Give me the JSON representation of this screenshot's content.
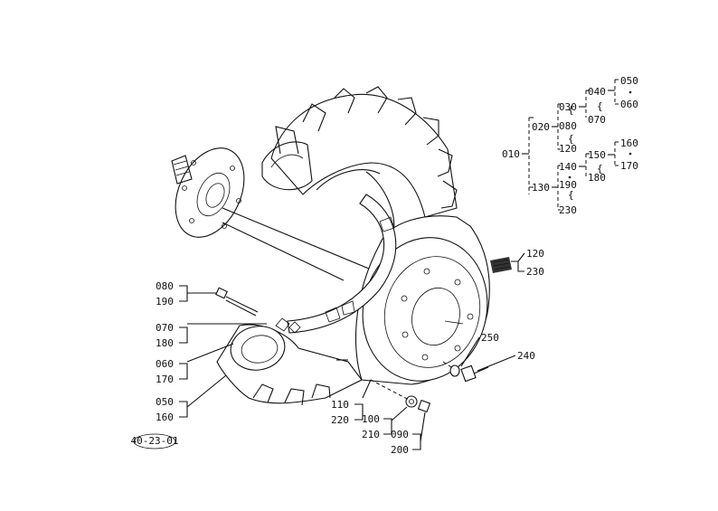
{
  "diagram_id": "40-23-01",
  "tree_labels": {
    "root": "010",
    "n020": "020",
    "n030": "030",
    "n080": "080",
    "n120": "120",
    "n040": "040",
    "n070": "070",
    "n050": "050",
    "n060": "060",
    "n130": "130",
    "n140": "140",
    "n190": "190",
    "n230": "230",
    "n150": "150",
    "n180": "180",
    "n160": "160",
    "n170": "170"
  },
  "callouts": {
    "c080": "080",
    "c190": "190",
    "c070": "070",
    "c180": "180",
    "c060": "060",
    "c170": "170",
    "c050": "050",
    "c160": "160",
    "c110": "110",
    "c220": "220",
    "c100": "100",
    "c210": "210",
    "c090": "090",
    "c200": "200",
    "c250": "250",
    "c240": "240",
    "c120": "120",
    "c230": "230"
  }
}
